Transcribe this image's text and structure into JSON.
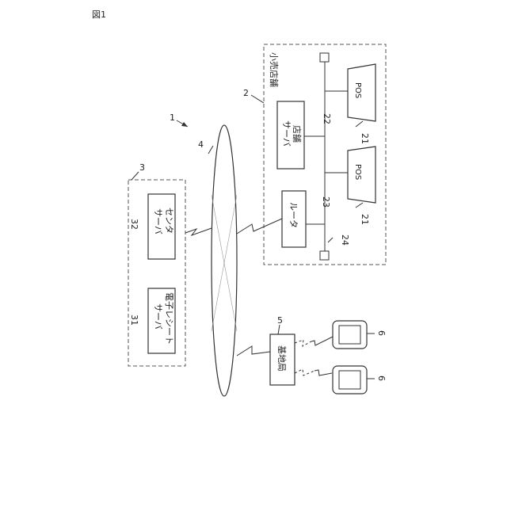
{
  "figure_label": "図1",
  "system": {
    "ref": "1"
  },
  "network": {
    "ref": "4"
  },
  "retail_store": {
    "ref": "2",
    "label": "小売店舗"
  },
  "store_server": {
    "ref": "22",
    "line1": "店舗",
    "line2": "サーバ"
  },
  "router": {
    "ref": "23",
    "label": "ルータ"
  },
  "lan": {
    "ref": "24"
  },
  "pos_terminals": [
    {
      "ref": "21",
      "label": "POS"
    },
    {
      "ref": "21",
      "label": "POS"
    }
  ],
  "center": {
    "ref": "3"
  },
  "center_server": {
    "ref": "32",
    "line1": "センタ",
    "line2": "サーバ"
  },
  "receipt_server": {
    "ref": "31",
    "line1": "電子レシート",
    "line2": "サーバ"
  },
  "base_station": {
    "ref": "5",
    "label": "基地局"
  },
  "mobile_terminals": [
    {
      "ref": "6"
    },
    {
      "ref": "6"
    }
  ]
}
